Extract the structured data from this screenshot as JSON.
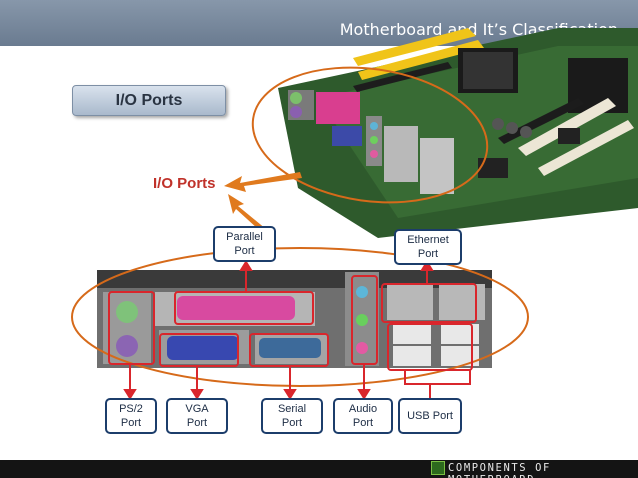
{
  "header": {
    "title": "Motherboard and It’s Classification"
  },
  "section_button": {
    "label": "I/O Ports"
  },
  "io_label": "I/O Ports",
  "callouts": {
    "parallel": "Parallel\nPort",
    "ethernet": "Ethernet\nPort",
    "ps2": "PS/2\nPort",
    "vga": "VGA\nPort",
    "serial": "Serial\nPort",
    "audio": "Audio\nPort",
    "usb": "USB Port"
  },
  "footer": {
    "text": "COMPONENTS OF MOTHERBOARD",
    "icon": "chip-icon"
  },
  "colors": {
    "header": "#7a8a9e",
    "accent_red": "#c0322a",
    "callout_border": "#1c3d6b",
    "highlight_orange": "#d66a1a"
  }
}
